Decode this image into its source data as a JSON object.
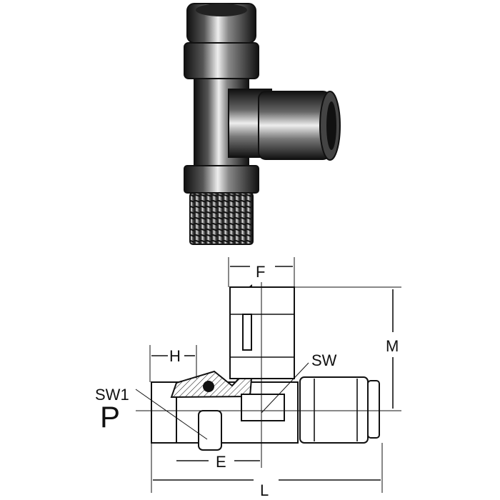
{
  "labels": {
    "F": "F",
    "M": "M",
    "H": "H",
    "SW": "SW",
    "SW1": "SW1",
    "P": "P",
    "E": "E",
    "L": "L"
  }
}
